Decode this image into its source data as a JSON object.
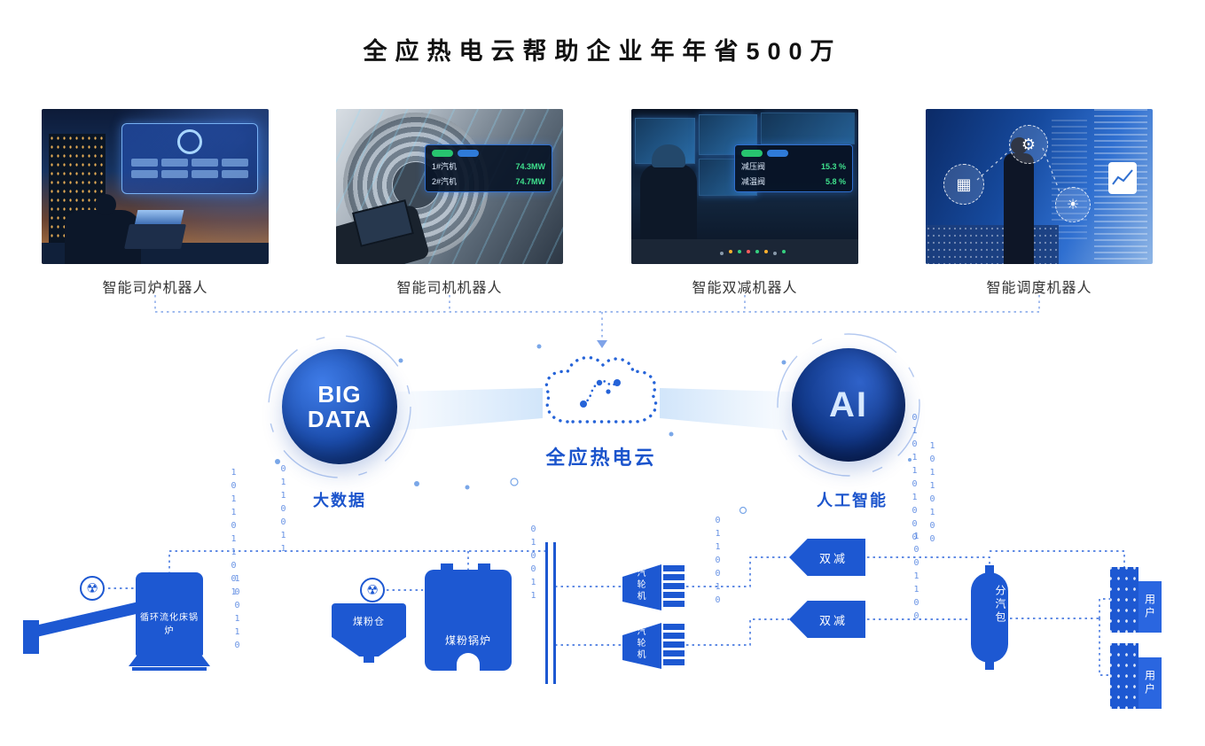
{
  "title": "全应热电云帮助企业年年省500万",
  "cards": [
    {
      "caption": "智能司炉机器人"
    },
    {
      "caption": "智能司机机器人",
      "hud": {
        "rows": [
          {
            "label": "1#汽机",
            "value": "74.3MW"
          },
          {
            "label": "2#汽机",
            "value": "74.7MW"
          }
        ]
      }
    },
    {
      "caption": "智能双减机器人",
      "hud": {
        "rows": [
          {
            "label": "减压阀",
            "value": "15.3 %"
          },
          {
            "label": "减温阀",
            "value": "5.8 %"
          }
        ]
      }
    },
    {
      "caption": "智能调度机器人"
    }
  ],
  "center": {
    "bigdata": {
      "line1": "BIG",
      "line2": "DATA",
      "label": "大数据"
    },
    "cloud_label": "全应热电云",
    "ai": {
      "text": "AI",
      "label": "人工智能"
    }
  },
  "plant": {
    "cfb_boiler": "循环流化床锅炉",
    "coal_silo": "煤粉仓",
    "coal_boiler": "煤粉锅炉",
    "turbine": "汽轮机",
    "reducer": "双减",
    "steam_drum": "分汽包",
    "user": "用户"
  },
  "icons": {
    "radiation": "☢",
    "chart": "▦",
    "gear": "⚙",
    "lamp": "☀"
  },
  "binary": {
    "cols": [
      "1011011001",
      "0110011",
      "100110",
      "010011",
      "0110010",
      "0101101000",
      "10110100",
      "1001100"
    ]
  },
  "colors": {
    "plant_blue": "#1d58d2",
    "accent_blue": "#1b54cc"
  }
}
